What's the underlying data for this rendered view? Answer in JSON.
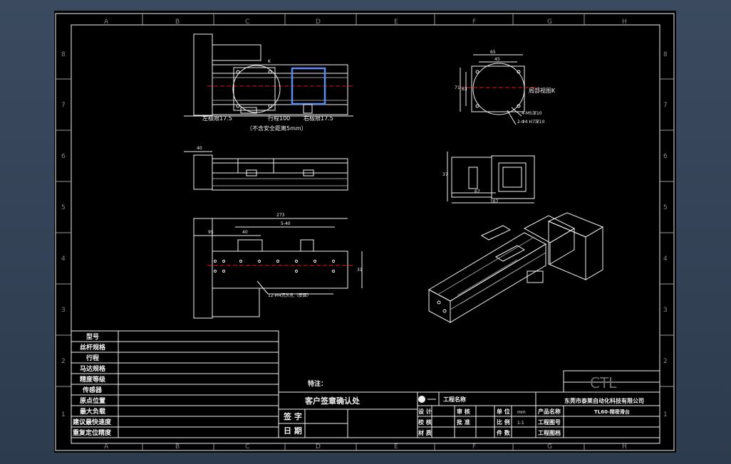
{
  "grid": {
    "columns": [
      "A",
      "B",
      "C",
      "D",
      "E",
      "F",
      "G",
      "H"
    ],
    "rows": [
      "8",
      "7",
      "6",
      "5",
      "4",
      "3",
      "2",
      "1"
    ]
  },
  "views": {
    "top": {
      "left_limit": "左极限17.5",
      "stroke": "行程100",
      "right_limit": "右极限17.5",
      "note": "（不含安全距离5mm）",
      "k_mark": "K"
    },
    "side": {
      "dim_left": "40"
    },
    "bottom": {
      "dim_total": "273",
      "dim_95": "95",
      "dim_40": "40",
      "dim_range": "5-40",
      "dim_right": "31",
      "tap_note": "12-M4沉头孔（反面）"
    },
    "detail": {
      "label": "局部视图K",
      "dim_top1": "65",
      "dim_top2": "45",
      "dim_left1": "71",
      "dim_left2": "63",
      "hole1": "4-M5深10",
      "hole2": "2-Φ4 H7深10"
    },
    "end_view": {
      "dim_height": "37",
      "dim_inner": "67",
      "dim_width": "167"
    }
  },
  "spec_table": {
    "rows": [
      "型号",
      "丝杆规格",
      "行程",
      "马达规格",
      "精度等级",
      "传感器",
      "原点位置",
      "最大负载",
      "建议最快速度",
      "重复定位精度"
    ]
  },
  "notes_label": "特注：",
  "confirm": {
    "title": "客户签章确认处",
    "sign": "签 字",
    "date": "日 期"
  },
  "title_block": {
    "logo_text": "CTL",
    "company": "东莞市泰莱自动化科技有限公司",
    "project_name_label": "工程名称",
    "product_name_label": "产品名称",
    "product_name_value": "TL60-精密滑台",
    "drawing_no_label": "工程图号",
    "file_label": "工程图档",
    "design_label": "设 计",
    "check_label": "校 核",
    "material_label": "材 质",
    "audit_label": "审 核",
    "approve_label": "批 准",
    "unit_label": "单 位",
    "unit_value": "mm",
    "scale_label": "比 例",
    "scale_value": "1:1",
    "qty_label": "件 数"
  }
}
